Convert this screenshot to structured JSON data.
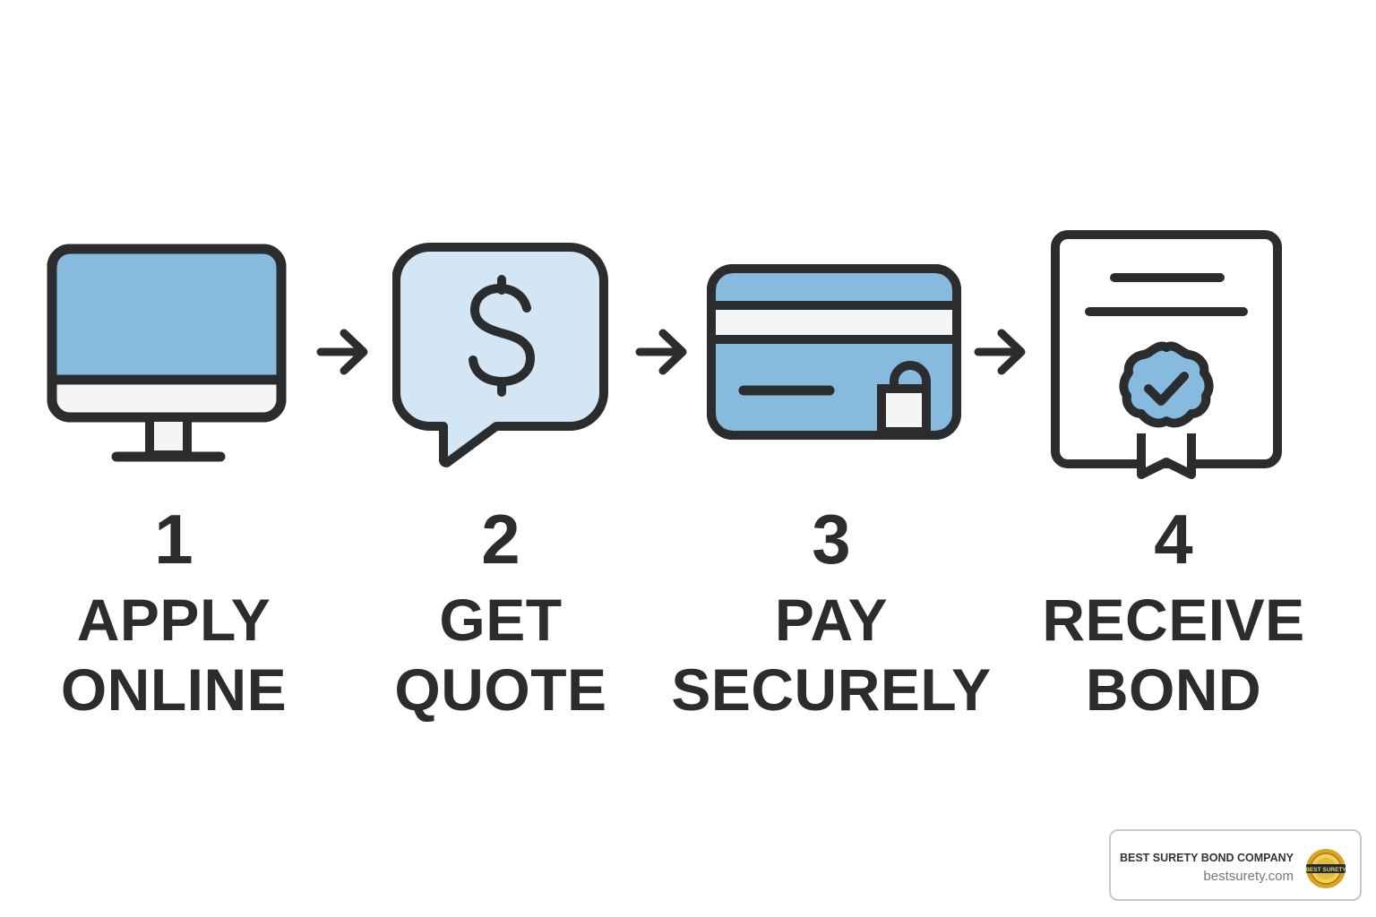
{
  "steps": [
    {
      "number": "1",
      "line1": "APPLY",
      "line2": "ONLINE",
      "icon": "computer-monitor-icon"
    },
    {
      "number": "2",
      "line1": "GET",
      "line2": "QUOTE",
      "icon": "dollar-speech-bubble-icon"
    },
    {
      "number": "3",
      "line1": "PAY",
      "line2": "SECURELY",
      "icon": "credit-card-lock-icon"
    },
    {
      "number": "4",
      "line1": "RECEIVE",
      "line2": "BOND",
      "icon": "certificate-seal-icon"
    }
  ],
  "connectors": [
    "arrow-right-icon",
    "arrow-right-icon",
    "arrow-right-icon"
  ],
  "colors": {
    "outline": "#2b2c2d",
    "blue": "#86bbdf",
    "light_blue": "#d2e6f5",
    "white_fill": "#f4f5f5"
  },
  "branding": {
    "company": "BEST SURETY BOND COMPANY",
    "url": "bestsurety.com",
    "seal_text": "BEST SURETY"
  }
}
